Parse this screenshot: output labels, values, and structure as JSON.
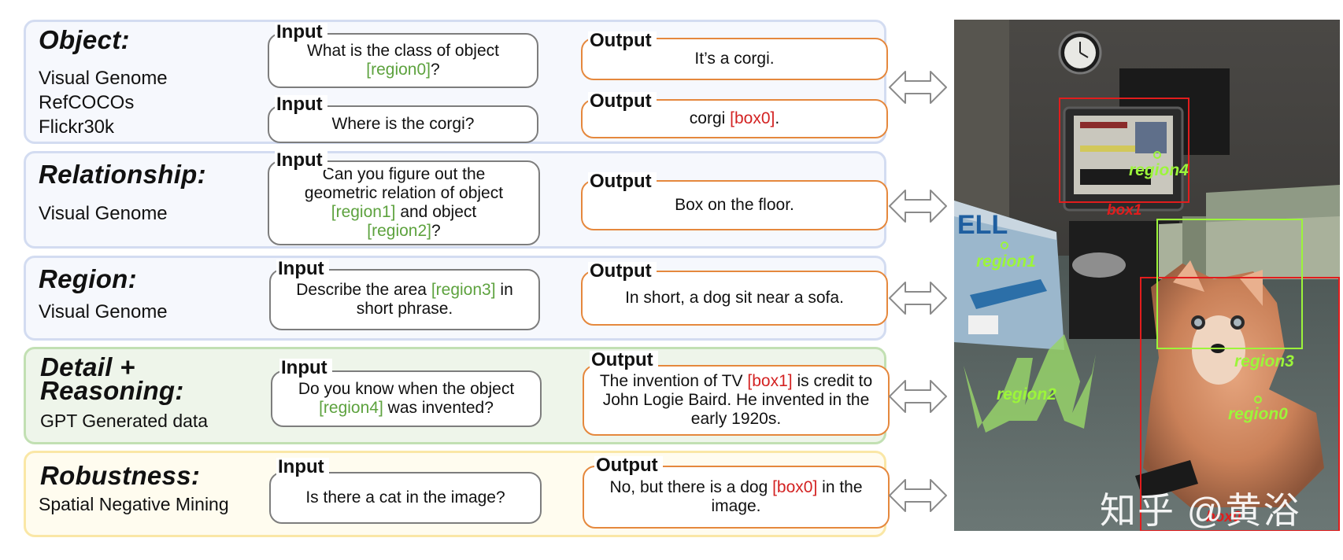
{
  "rows": [
    {
      "title": "Object:",
      "subtitles": [
        "Visual Genome",
        "RefCOCOs",
        "Flickr30k"
      ],
      "pairs": [
        {
          "input_label": "Input",
          "input": [
            {
              "t": "What is the class of object "
            },
            {
              "t": "[region0]",
              "c": "g"
            },
            {
              "t": "?"
            }
          ],
          "output_label": "Output",
          "output": [
            {
              "t": "It’s a corgi."
            }
          ]
        },
        {
          "input_label": "Input",
          "input": [
            {
              "t": "Where is the corgi?"
            }
          ],
          "output_label": "Output",
          "output": [
            {
              "t": "corgi "
            },
            {
              "t": "[box0]",
              "c": "r"
            },
            {
              "t": "."
            }
          ]
        }
      ]
    },
    {
      "title": "Relationship:",
      "subtitles": [
        "Visual Genome"
      ],
      "pairs": [
        {
          "input_label": "Input",
          "input": [
            {
              "t": "Can you figure out the geometric relation of object "
            },
            {
              "t": "[region1]",
              "c": "g"
            },
            {
              "t": " and object "
            },
            {
              "t": "[region2]",
              "c": "g"
            },
            {
              "t": "?"
            }
          ],
          "output_label": "Output",
          "output": [
            {
              "t": "Box on the floor."
            }
          ]
        }
      ]
    },
    {
      "title": "Region:",
      "subtitles": [
        "Visual Genome"
      ],
      "pairs": [
        {
          "input_label": "Input",
          "input": [
            {
              "t": "Describe the area "
            },
            {
              "t": "[region3]",
              "c": "g"
            },
            {
              "t": " in short phrase."
            }
          ],
          "output_label": "Output",
          "output": [
            {
              "t": "In short, a dog sit near a sofa."
            }
          ]
        }
      ]
    },
    {
      "title": "Detail + Reasoning:",
      "subtitles": [
        "GPT Generated data"
      ],
      "pairs": [
        {
          "input_label": "Input",
          "input": [
            {
              "t": "Do you know when the object "
            },
            {
              "t": "[region4]",
              "c": "g"
            },
            {
              "t": " was invented?"
            }
          ],
          "output_label": "Output",
          "output": [
            {
              "t": "The invention of TV "
            },
            {
              "t": "[box1]",
              "c": "r"
            },
            {
              "t": " is credit to John Logie Baird. He invented in the early 1920s."
            }
          ]
        }
      ]
    },
    {
      "title": "Robustness:",
      "subtitles": [
        "Spatial Negative Mining"
      ],
      "pairs": [
        {
          "input_label": "Input",
          "input": [
            {
              "t": "Is there a cat in the image?"
            }
          ],
          "output_label": "Output",
          "output": [
            {
              "t": "No, but there is a dog "
            },
            {
              "t": "[box0]",
              "c": "r"
            },
            {
              "t": " in the image."
            }
          ]
        }
      ]
    }
  ],
  "image": {
    "labels": {
      "box1": "box1",
      "box0": "box0",
      "region0": "region0",
      "region1": "region1",
      "region2": "region2",
      "region3": "region3",
      "region4": "region4"
    },
    "tv_brand": "ELL",
    "watermark": "知乎 @黄浴"
  },
  "colors": {
    "region": "#5da23e",
    "box": "#d32222",
    "region_on_image": "#9cf53a",
    "box_on_image": "#e11d1d"
  }
}
